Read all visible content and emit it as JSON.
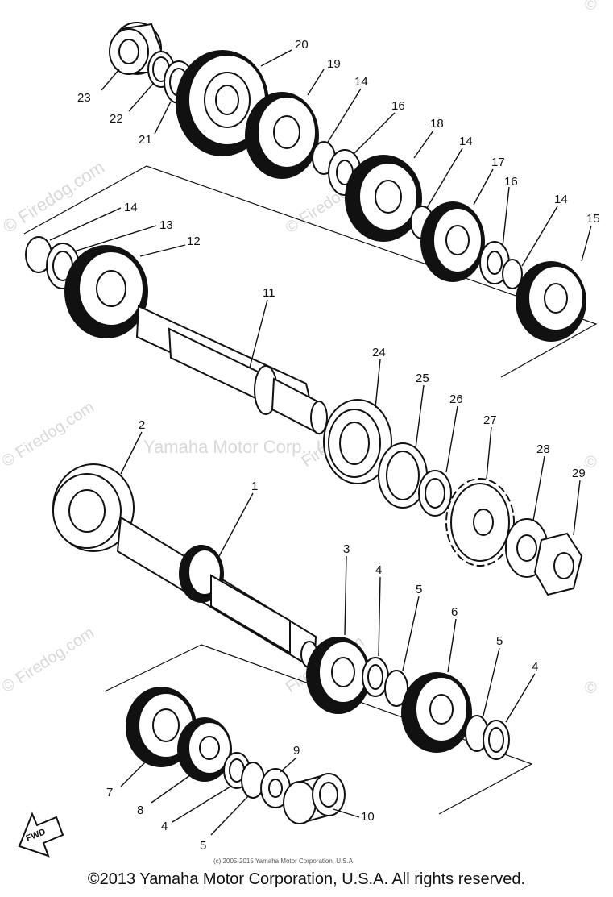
{
  "watermarks": {
    "site": "© Firedog.com",
    "site_alt": "Firedog.com",
    "corner_left": "©",
    "corner_right": "©",
    "center": "Yamaha Motor Corp., U.S.A."
  },
  "small_credit": "(c) 2005-2015 Yamaha Motor Corporation, U.S.A.",
  "copyright": "©2013 Yamaha Motor Corporation, U.S.A. All rights reserved.",
  "fwd_label": "FWD",
  "callouts": [
    "1",
    "2",
    "3",
    "4",
    "5",
    "6",
    "7",
    "8",
    "9",
    "10",
    "11",
    "12",
    "13",
    "14",
    "15",
    "16",
    "17",
    "18",
    "19",
    "20",
    "21",
    "22",
    "23",
    "24",
    "25",
    "26",
    "27",
    "28",
    "29"
  ]
}
